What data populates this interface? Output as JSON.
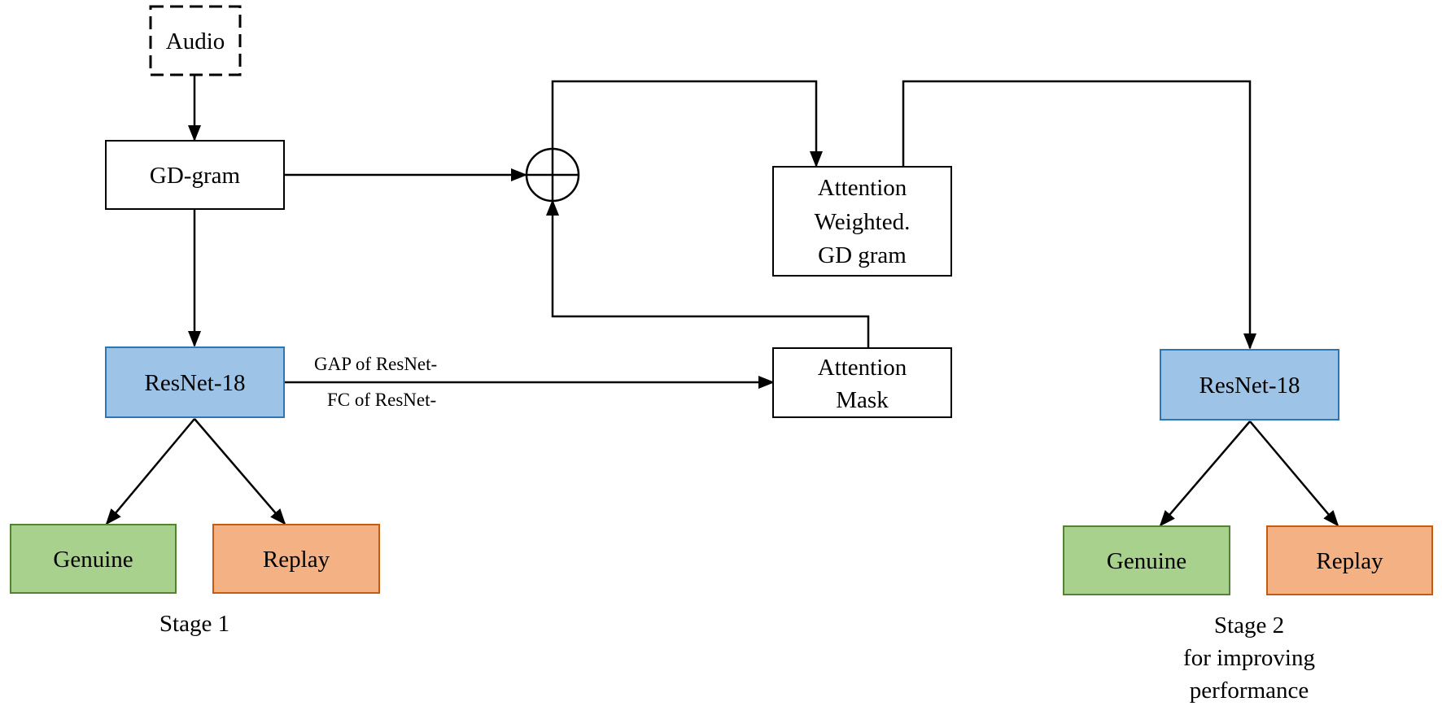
{
  "colors": {
    "blue_fill": "#9dc3e6",
    "blue_stroke": "#2e75b6",
    "green_fill": "#a9d18e",
    "green_stroke": "#548235",
    "orange_fill": "#f4b183",
    "orange_stroke": "#c55a11",
    "line": "#000000"
  },
  "nodes": {
    "audio": "Audio",
    "gdgram": "GD-gram",
    "resnet1": "ResNet-18",
    "genuine1": "Genuine",
    "replay1": "Replay",
    "attmask": [
      "Attention",
      "Mask"
    ],
    "attweighted": [
      "Attention",
      "Weighted.",
      "GD gram"
    ],
    "resnet2": "ResNet-18",
    "genuine2": "Genuine",
    "replay2": "Replay"
  },
  "edge_labels": {
    "gap": "GAP of ResNet-",
    "fc": "FC of ResNet-"
  },
  "captions": {
    "stage1": "Stage 1",
    "stage2": [
      "Stage 2",
      "for improving",
      "performance"
    ]
  }
}
